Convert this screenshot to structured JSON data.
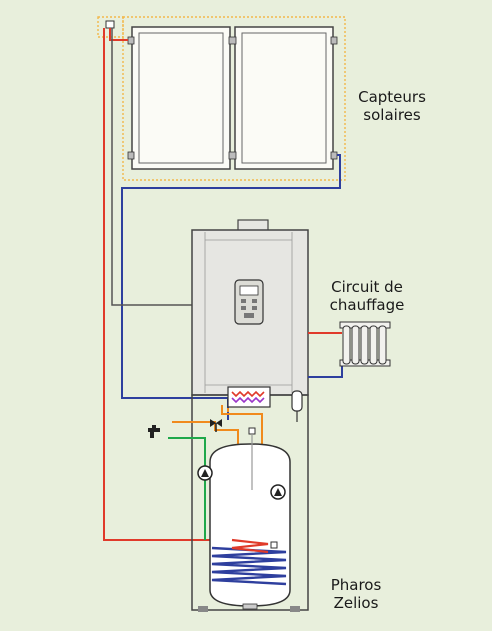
{
  "labels": {
    "capteurs_line1": "Capteurs",
    "capteurs_line2": "solaires",
    "circuit_line1": "Circuit de",
    "circuit_line2": "chauffage",
    "pharos_line1": "Pharos",
    "pharos_line2": "Zelios"
  },
  "colors": {
    "background": "#e8efdc",
    "hot_pipe": "#e03a2a",
    "cold_pipe": "#2e3f9e",
    "dhw_orange": "#f08a1c",
    "green_pipe": "#1fa84a",
    "grey_line": "#555555",
    "panel_frame": "#f7f7f0",
    "dotted_border": "#f2b84b"
  },
  "icons": [
    "solar-panel-icon",
    "radiator-icon",
    "pump-icon",
    "faucet-icon",
    "control-panel-icon",
    "heat-exchanger-icon",
    "expansion-vessel-icon"
  ]
}
